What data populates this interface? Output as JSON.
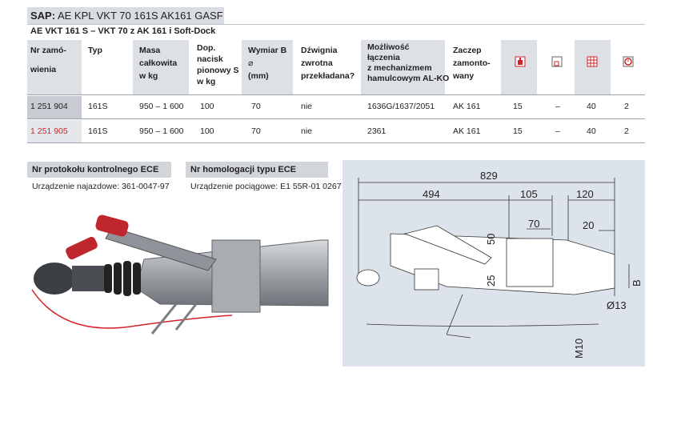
{
  "sap": {
    "label": "SAP:",
    "value": "AE KPL VKT 70 161S AK161 GASF"
  },
  "subtitle": "AE VKT 161 S – VKT 70 z AK 161 i Soft-Dock",
  "headers": {
    "order": [
      "Nr zamó-",
      "wienia"
    ],
    "type": "Typ",
    "mass": [
      "Masa",
      "całkowita",
      "w kg"
    ],
    "load": [
      "Dop.",
      "nacisk",
      "pionowy S",
      "w kg"
    ],
    "width": [
      "Wymiar B",
      "⌀",
      "(mm)"
    ],
    "lever": [
      "Dźwignia",
      "zwrotna",
      "przekładana?"
    ],
    "combo": [
      "Możliwość",
      "łączenia",
      "z mechanizmem",
      "hamulcowym AL-KO"
    ],
    "hitch": [
      "Zaczep",
      "zamonto-",
      "wany"
    ]
  },
  "header_icons": [
    "hitch-ball-icon",
    "square-profile-icon",
    "grid-profile-icon",
    "clock-icon"
  ],
  "rows": [
    {
      "order": "1 251 904",
      "type": "161S",
      "mass": "950 – 1 600",
      "load": "100",
      "width": "70",
      "lever": "nie",
      "combo": "1636G/1637/2051",
      "hitch": "AK 161",
      "c1": "15",
      "c2": "–",
      "c3": "40",
      "c4": "2"
    },
    {
      "order": "1 251 905",
      "type": "161S",
      "mass": "950 – 1 600",
      "load": "100",
      "width": "70",
      "lever": "nie",
      "combo": "2361",
      "hitch": "AK 161",
      "c1": "15",
      "c2": "–",
      "c3": "40",
      "c4": "2"
    }
  ],
  "ece_protocol": {
    "title": "Nr protokołu kontrolnego ECE",
    "text": "Urządzenie najazdowe: 361-0047-97"
  },
  "ece_homologation": {
    "title": "Nr homologacji typu ECE",
    "text": "Urządzenie pociągowe: E1 55R-01 0267"
  },
  "dimensions": {
    "overall": "829",
    "d494": "494",
    "d105": "105",
    "d120": "120",
    "d70": "70",
    "d20": "20",
    "d50": "50",
    "d25": "25",
    "hole": "Ø13",
    "bolt": "M10",
    "b": "B"
  },
  "colors": {
    "accent_red": "#d2232a",
    "header_bg": "#d9dde3",
    "diagram_bg": "#dde3ea"
  }
}
